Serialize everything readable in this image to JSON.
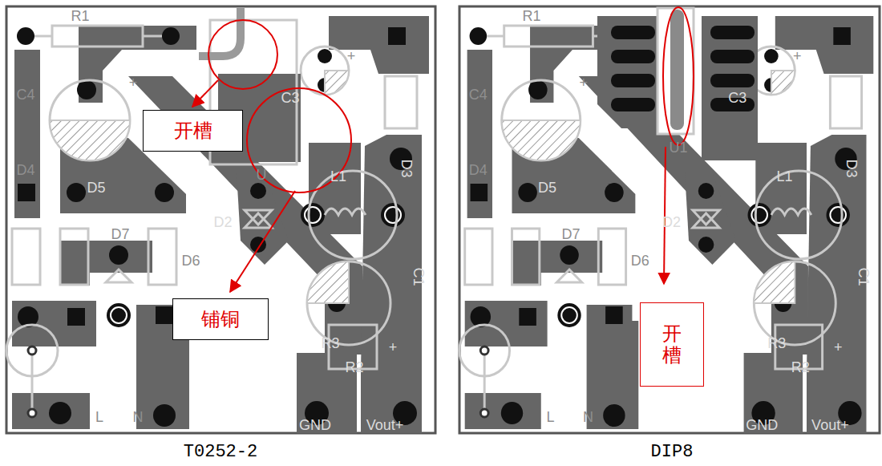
{
  "diagram": {
    "nodes": [
      {
        "text": [
          "开槽"
        ]
      },
      {
        "text": [
          "铺铜"
        ]
      },
      {
        "text": [
          "开槽"
        ]
      }
    ],
    "labels": [
      "R1",
      "C4",
      "C3",
      "D4",
      "D5",
      "D2",
      "D7",
      "D6",
      "L1",
      "D3",
      "C1",
      "R3",
      "R2",
      "L",
      "N",
      "GND",
      "Vout+",
      "U",
      "+",
      "+",
      "+",
      "R1",
      "C4",
      "C3",
      "D4",
      "D5",
      "D2",
      "D7",
      "D6",
      "L1",
      "D3",
      "C1",
      "R3",
      "R2",
      "L",
      "N",
      "GND",
      "Vout+",
      "U1",
      "+",
      "+",
      "+",
      "T0252-2",
      "DIP8"
    ]
  }
}
